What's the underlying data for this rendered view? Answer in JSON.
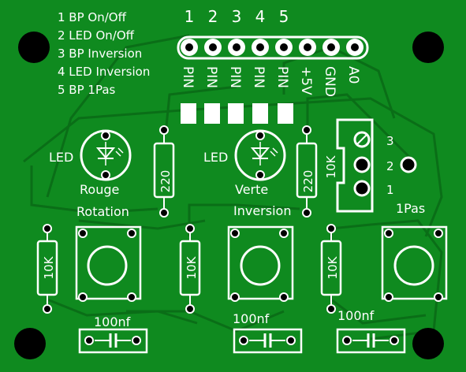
{
  "legend": [
    "1 BP On/Off",
    "2 LED On/Off",
    "3 BP Inversion",
    "4 LED Inversion",
    "5 BP 1Pas"
  ],
  "header_numbers": [
    "1",
    "2",
    "3",
    "4",
    "5"
  ],
  "pin_labels": [
    "PIN",
    "PIN",
    "PIN",
    "PIN",
    "PIN",
    "+5V",
    "GND",
    "A0"
  ],
  "leds": [
    {
      "prefix": "LED",
      "name": "Rouge"
    },
    {
      "prefix": "LED",
      "name": "Verte"
    }
  ],
  "led_resistors": [
    "220",
    "220"
  ],
  "button_labels": [
    "Rotation",
    "Inversion",
    "1Pas"
  ],
  "button_resistors": [
    "10K",
    "10K",
    "10K"
  ],
  "capacitors": [
    "100nf",
    "100nf",
    "100nf"
  ],
  "connector": {
    "resistor": "10K",
    "pins": [
      "3",
      "2",
      "1"
    ]
  },
  "colors": {
    "board": "#0f8a1f",
    "trace": "#0d7a1a",
    "silk": "#ffffff",
    "hole": "#000000"
  }
}
